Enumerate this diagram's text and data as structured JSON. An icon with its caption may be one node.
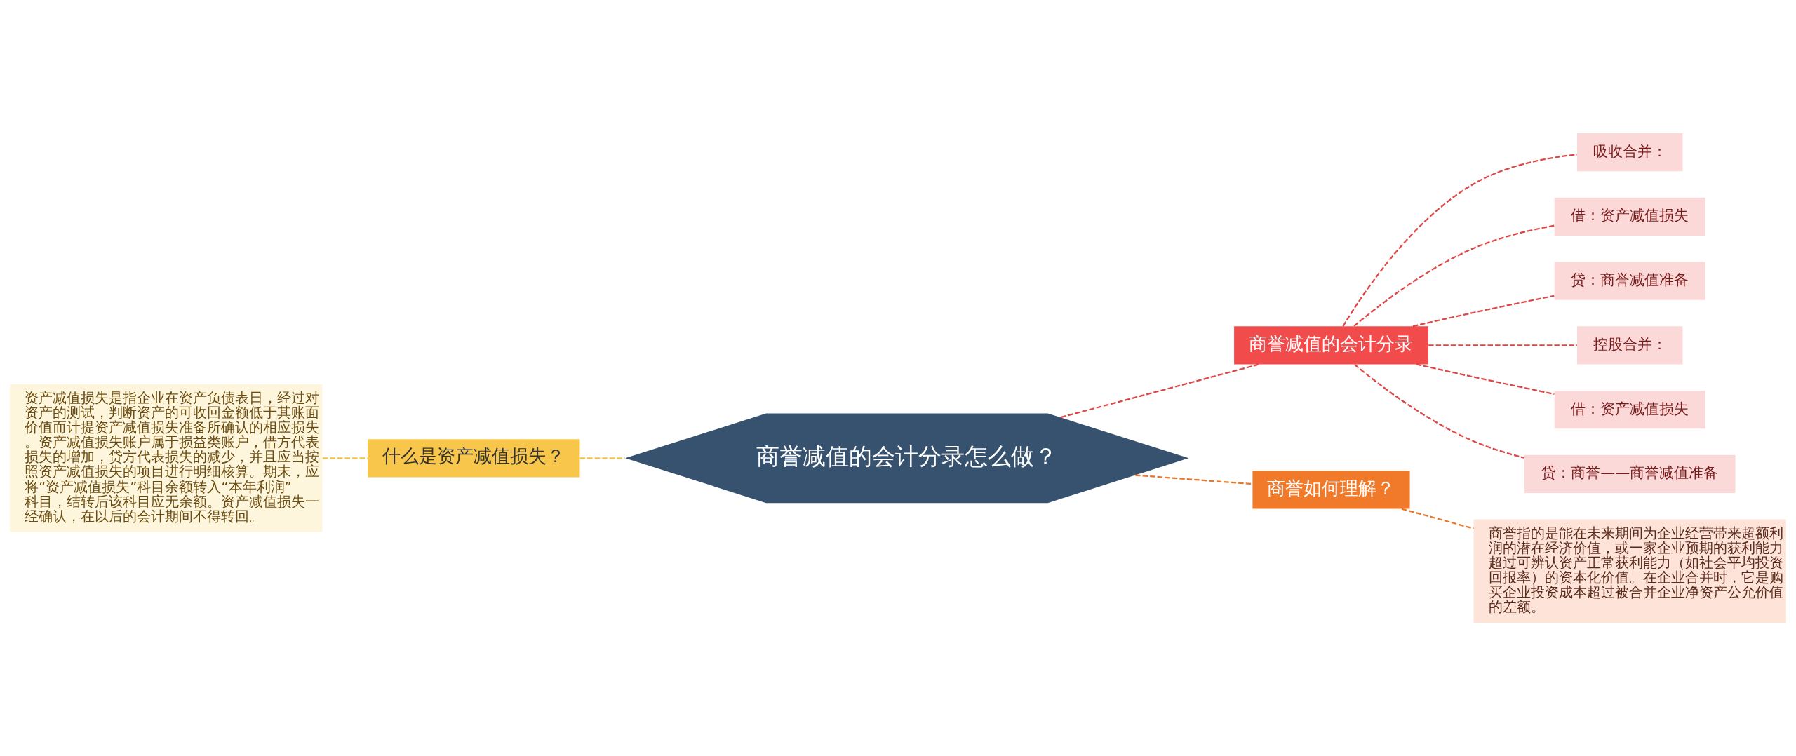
{
  "diagram": {
    "nodes": [
      {
        "text": [
          "商誉减值的会计分录怎么做？"
        ]
      },
      {
        "text": [
          "什么是资产减值损失？"
        ]
      },
      {
        "text": [
          "资产减值损失是指企业在资产负债表日，经过对资产的测试，判断资产的可收回金额低于其账面价值而计提资产减值损失准备所确认的相应损失。资产减值损失账户属于损益类账户，借方代表损失的增加，贷方代表损失的减少，并且应当按照资产减值损失的项目进行明细核算。期末，应将“资产减值损失”科目余额转入“本年利润”科目，结转后该科目应无余额。资产减值损失一经确认，在以后的会计期间不得转回。"
        ]
      },
      {
        "text": [
          "商誉减值的会计分录"
        ]
      },
      {
        "text": [
          "吸收合并："
        ]
      },
      {
        "text": [
          "借：资产减值损失"
        ]
      },
      {
        "text": [
          "贷：商誉减值准备"
        ]
      },
      {
        "text": [
          "控股合并："
        ]
      },
      {
        "text": [
          "借：资产减值损失"
        ]
      },
      {
        "text": [
          "贷：商誉——商誉减值准备"
        ]
      },
      {
        "text": [
          "商誉如何理解？"
        ]
      },
      {
        "text": [
          "商誉指的是能在未来期间为企业经营带来超额利润的潜在经济价值，或一家企业预期的获利能力超过可辨认资产正常获利能力（如社会平均投资回报率）的资本化价值。在企业合并时，它是购买企业投资成本超过被合并企业净资产公允价值的差额。"
        ]
      }
    ],
    "edges": [
      {
        "from": 0,
        "to": 1,
        "arrow": "none",
        "style": "dashed",
        "color": "#f5c242"
      },
      {
        "from": 1,
        "to": 2,
        "arrow": "none",
        "style": "dashed",
        "color": "#f5c242"
      },
      {
        "from": 0,
        "to": 3,
        "arrow": "none",
        "style": "dashed"
      },
      {
        "from": 3,
        "to": 4,
        "arrow": "none",
        "style": "dashed"
      },
      {
        "from": 3,
        "to": 5,
        "arrow": "none",
        "style": "dashed"
      },
      {
        "from": 3,
        "to": 6,
        "arrow": "none",
        "style": "dashed"
      },
      {
        "from": 3,
        "to": 7,
        "arrow": "none",
        "style": "dashed"
      },
      {
        "from": 3,
        "to": 8,
        "arrow": "none",
        "style": "dashed"
      },
      {
        "from": 3,
        "to": 9,
        "arrow": "none",
        "style": "dashed"
      },
      {
        "from": 0,
        "to": 10,
        "arrow": "none",
        "style": "dashed",
        "color": "#e8772e"
      },
      {
        "from": 10,
        "to": 11,
        "arrow": "none",
        "style": "dashed",
        "color": "#e8772e"
      }
    ]
  }
}
